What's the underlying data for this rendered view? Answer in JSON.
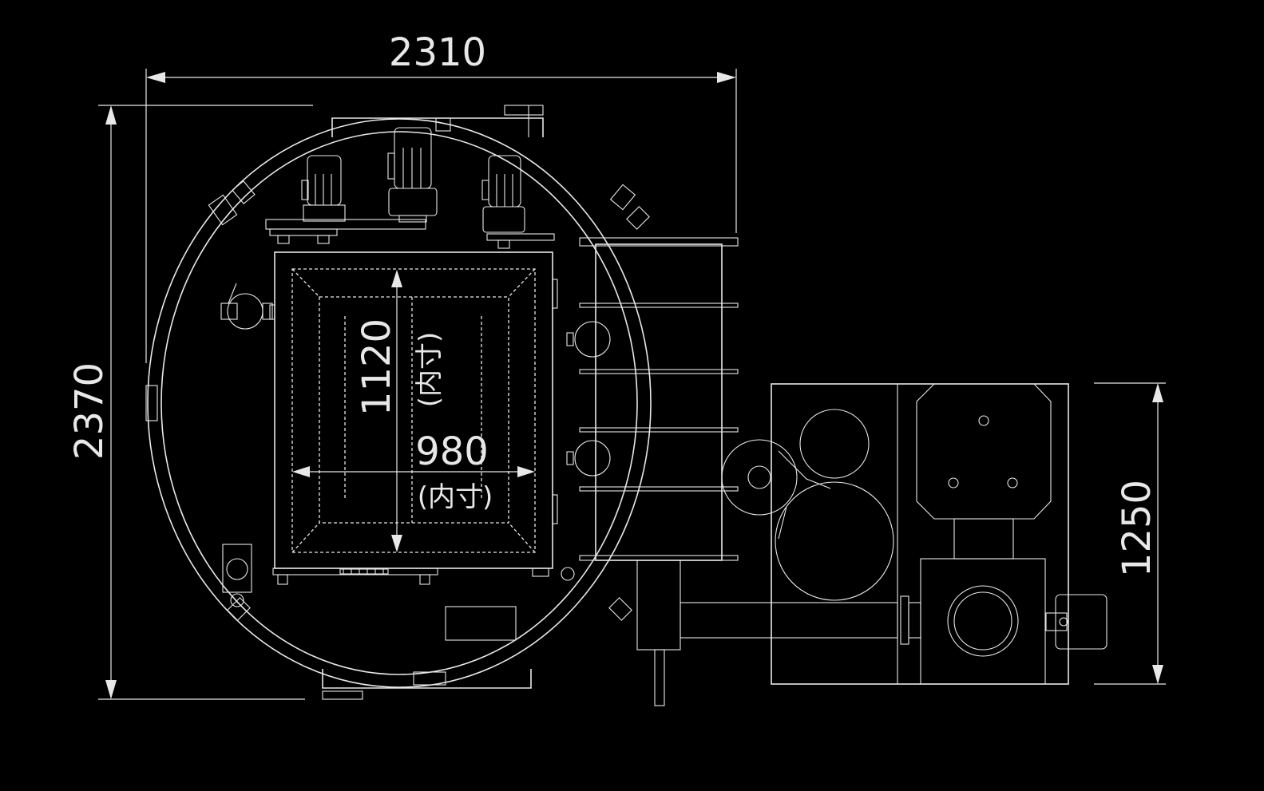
{
  "dimensions": {
    "overall_width": "2310",
    "overall_height": "2370",
    "inner_height": "1120",
    "inner_height_note": "(内寸)",
    "inner_width": "980",
    "inner_width_note": "(内寸)",
    "unit_height": "1250"
  },
  "colors": {
    "line": "#e8e8e8",
    "background": "#000000"
  }
}
